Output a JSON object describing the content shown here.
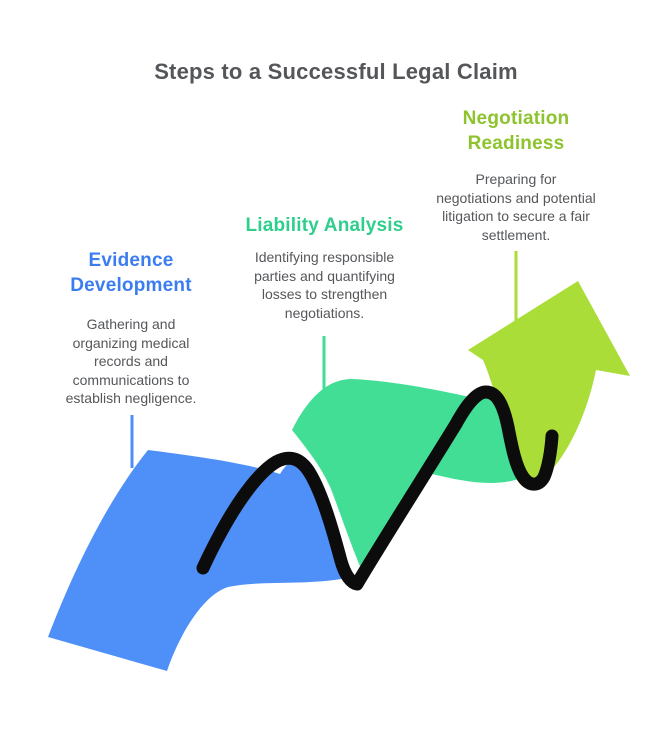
{
  "title": "Steps to a Successful Legal Claim",
  "palette": {
    "blue": "#4E90F8",
    "green": "#43DE96",
    "lime": "#AADD38",
    "outline": "#0C0C0C",
    "title_text": "#54565A",
    "body_text": "#55575A"
  },
  "steps": [
    {
      "title": "Evidence Development",
      "title_color": "#3B7DF0",
      "ribbon_color": "#4E90F8",
      "description": "Gathering and organizing medical records and communications to establish negligence."
    },
    {
      "title": "Liability Analysis",
      "title_color": "#2FCE8C",
      "ribbon_color": "#43DE96",
      "description": "Identifying responsible parties and quantifying losses to strengthen negotiations."
    },
    {
      "title": "Negotiation Readiness",
      "title_color": "#8DC32D",
      "ribbon_color": "#AADD38",
      "description": "Preparing for negotiations and potential litigation to secure a fair settlement."
    }
  ]
}
